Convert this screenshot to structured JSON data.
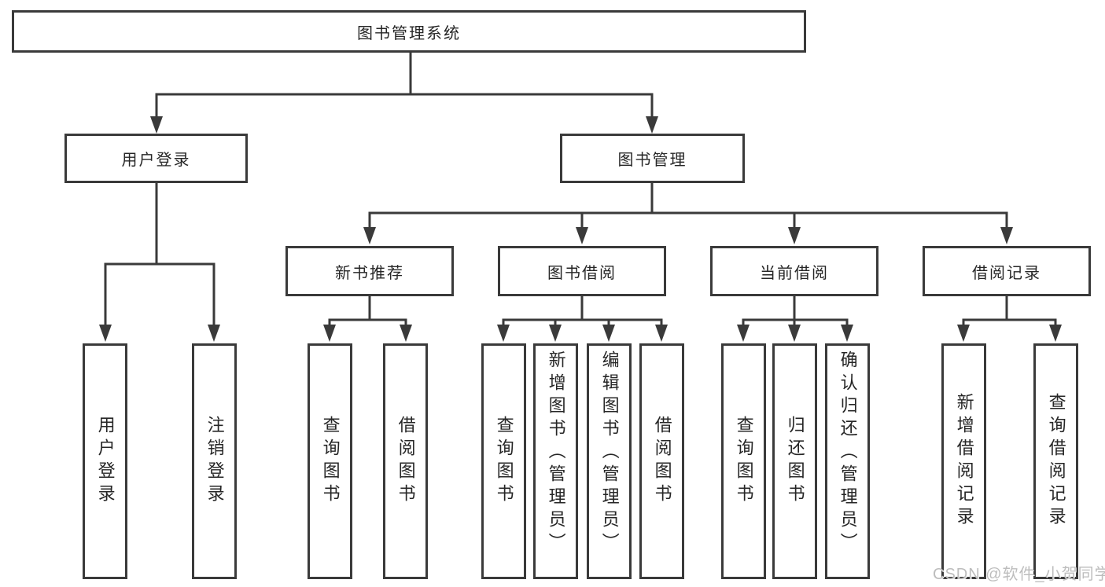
{
  "diagram": {
    "root": {
      "label": "图书管理系统"
    },
    "branches": [
      {
        "label": "用户登录",
        "children": [
          {
            "label": "用户登录"
          },
          {
            "label": "注销登录"
          }
        ]
      },
      {
        "label": "图书管理",
        "children": [
          {
            "label": "新书推荐",
            "children": [
              {
                "label": "查询图书"
              },
              {
                "label": "借阅图书"
              }
            ]
          },
          {
            "label": "图书借阅",
            "children": [
              {
                "label": "查询图书"
              },
              {
                "label": "新增图书（管理员）"
              },
              {
                "label": "编辑图书（管理员）"
              },
              {
                "label": "借阅图书"
              }
            ]
          },
          {
            "label": "当前借阅",
            "children": [
              {
                "label": "查询图书"
              },
              {
                "label": "归还图书"
              },
              {
                "label": "确认归还（管理员）"
              }
            ]
          },
          {
            "label": "借阅记录",
            "children": [
              {
                "label": "新增借阅记录"
              },
              {
                "label": "查询借阅记录"
              }
            ]
          }
        ]
      }
    ]
  },
  "watermark": {
    "text": "CSDN @软件_小贺同学"
  },
  "colors": {
    "line": "#3a3a3a",
    "box_border": "#3a3a3a",
    "text": "#262626",
    "background": "#ffffff",
    "watermark": "#bdbdbd"
  }
}
